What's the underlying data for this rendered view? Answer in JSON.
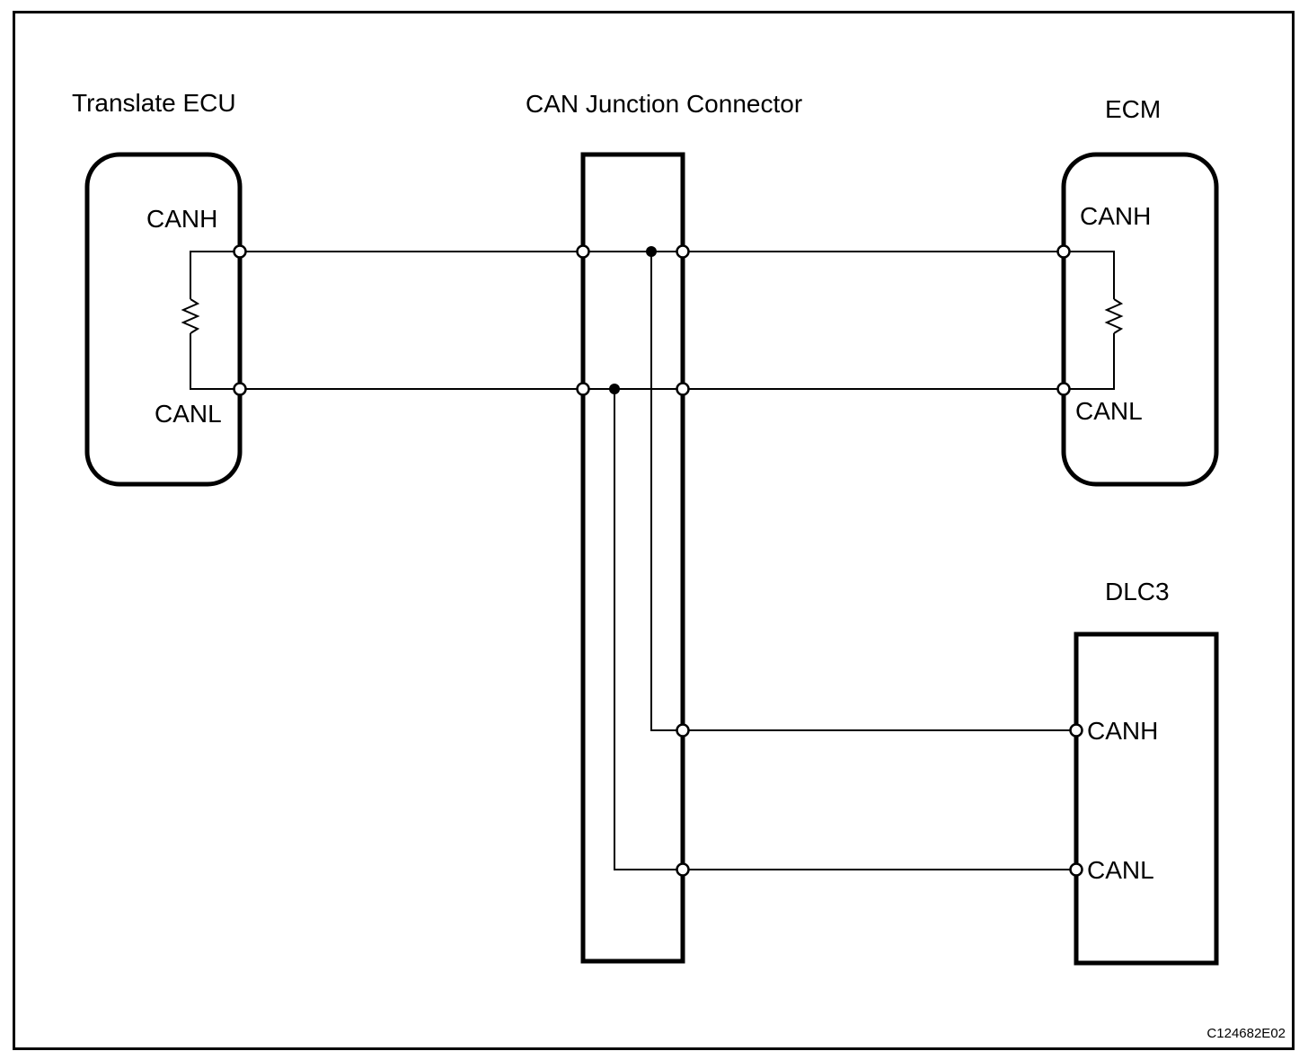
{
  "diagram": {
    "code_ref": "C124682E02",
    "colors": {
      "ink": "#000000",
      "paper": "#ffffff"
    },
    "nodes": {
      "translate_ecu": {
        "title": "Translate ECU",
        "canh": "CANH",
        "canl": "CANL"
      },
      "junction": {
        "title": "CAN Junction Connector"
      },
      "ecm": {
        "title": "ECM",
        "canh": "CANH",
        "canl": "CANL"
      },
      "dlc3": {
        "title": "DLC3",
        "canh": "CANH",
        "canl": "CANL"
      }
    }
  }
}
